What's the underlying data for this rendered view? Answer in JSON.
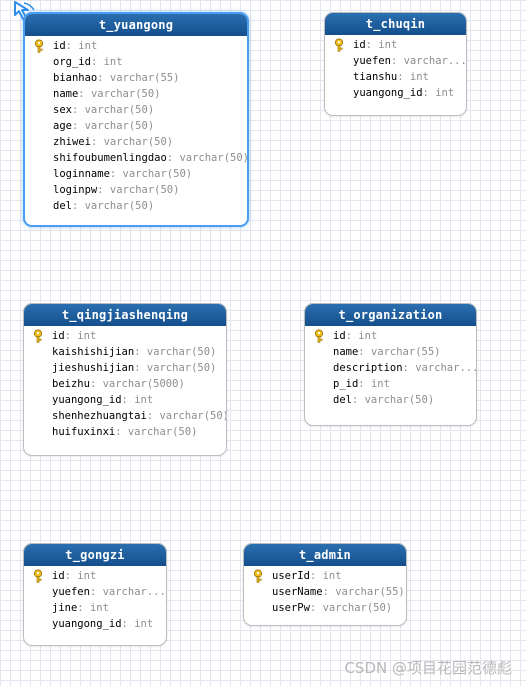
{
  "tables": [
    {
      "name": "t_yuangong",
      "selected": true,
      "fields": [
        {
          "name": "id",
          "type": ": int",
          "pk": true
        },
        {
          "name": "org_id",
          "type": ": int"
        },
        {
          "name": "bianhao",
          "type": ": varchar(55)"
        },
        {
          "name": "name",
          "type": ": varchar(50)"
        },
        {
          "name": "sex",
          "type": ": varchar(50)"
        },
        {
          "name": "age",
          "type": ": varchar(50)"
        },
        {
          "name": "zhiwei",
          "type": ": varchar(50)"
        },
        {
          "name": "shifoubumenlingdao",
          "type": ": varchar(50)"
        },
        {
          "name": "loginname",
          "type": ": varchar(50)"
        },
        {
          "name": "loginpw",
          "type": ": varchar(50)"
        },
        {
          "name": "del",
          "type": ": varchar(50)"
        }
      ]
    },
    {
      "name": "t_chuqin",
      "fields": [
        {
          "name": "id",
          "type": ": int",
          "pk": true
        },
        {
          "name": "yuefen",
          "type": ": varchar..."
        },
        {
          "name": "tianshu",
          "type": ": int"
        },
        {
          "name": "yuangong_id",
          "type": ": int"
        }
      ]
    },
    {
      "name": "t_qingjiashenqing",
      "fields": [
        {
          "name": "id",
          "type": ": int",
          "pk": true
        },
        {
          "name": "kaishishijian",
          "type": ": varchar(50)"
        },
        {
          "name": "jieshushijian",
          "type": ": varchar(50)"
        },
        {
          "name": "beizhu",
          "type": ": varchar(5000)"
        },
        {
          "name": "yuangong_id",
          "type": ": int"
        },
        {
          "name": "shenhezhuangtai",
          "type": ": varchar(50)"
        },
        {
          "name": "huifuxinxi",
          "type": ": varchar(50)"
        }
      ]
    },
    {
      "name": "t_organization",
      "fields": [
        {
          "name": "id",
          "type": ": int",
          "pk": true
        },
        {
          "name": "name",
          "type": ": varchar(55)"
        },
        {
          "name": "description",
          "type": ": varchar..."
        },
        {
          "name": "p_id",
          "type": ": int"
        },
        {
          "name": "del",
          "type": ": varchar(50)"
        }
      ]
    },
    {
      "name": "t_gongzi",
      "fields": [
        {
          "name": "id",
          "type": ": int",
          "pk": true
        },
        {
          "name": "yuefen",
          "type": ": varchar..."
        },
        {
          "name": "jine",
          "type": ": int"
        },
        {
          "name": "yuangong_id",
          "type": ": int"
        }
      ]
    },
    {
      "name": "t_admin",
      "fields": [
        {
          "name": "userId",
          "type": ": int",
          "pk": true
        },
        {
          "name": "userName",
          "type": ": varchar(55)"
        },
        {
          "name": "userPw",
          "type": ": varchar(50)"
        }
      ]
    }
  ],
  "watermark": "CSDN @项目花园范德彪",
  "icons": {
    "primary_key": "key-icon",
    "cursor": "pointer-cursor-icon"
  },
  "colors": {
    "header": "#1a5b9a",
    "header_text": "#ffffff",
    "type_text": "#8e8e8e",
    "selection": "#4a9ff5",
    "key": "#f2c01e"
  }
}
